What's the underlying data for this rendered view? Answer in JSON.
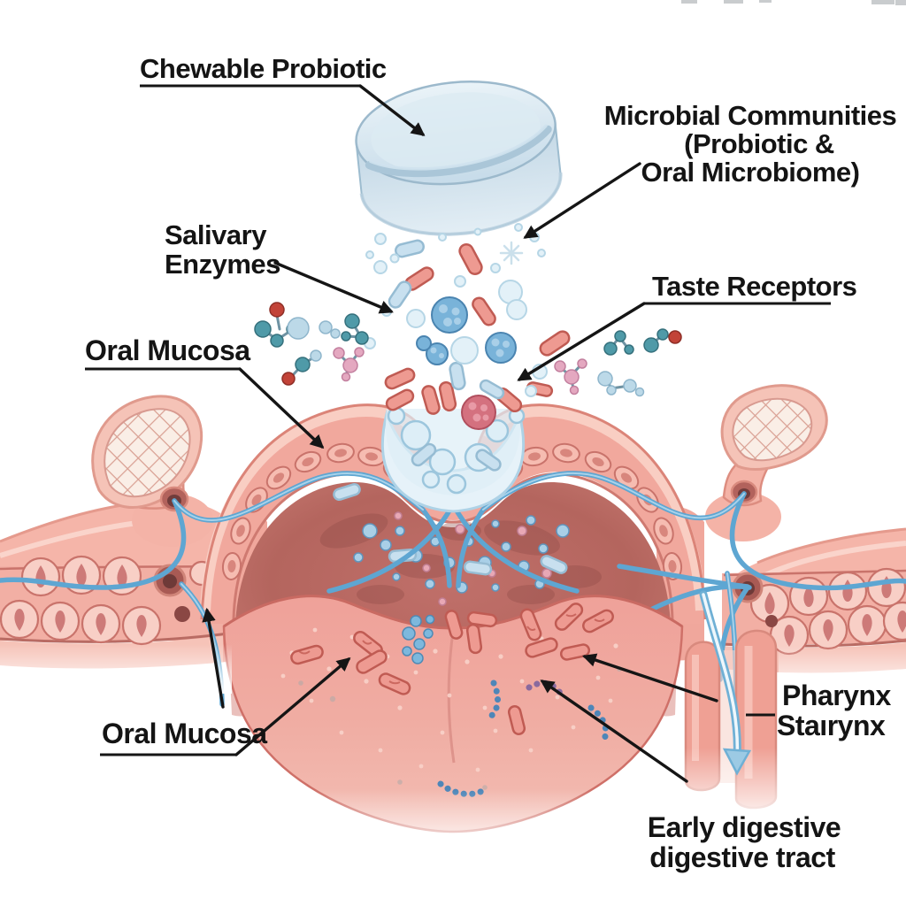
{
  "figure": {
    "title_context": "Chewable probiotic in the oral cavity illustration",
    "labels": {
      "chewable_probiotic": "Chewable Probiotic",
      "microbial_communities": {
        "line1": "Microbial Communities",
        "line2": "(Probiotic &",
        "line3": "Oral Microbiome)"
      },
      "salivary_enzymes": {
        "line1": "Salivary",
        "line2": "Enzymes"
      },
      "taste_receptors": "Taste Receptors",
      "oral_mucosa_top": "Oral Mucosa",
      "oral_mucosa_bottom": "Oral Mucosa",
      "pharynx": {
        "line1": "Pharynx",
        "line2": "Staırynx"
      },
      "early_digestive": {
        "line1": "Early digestive",
        "line2": "digestive tract"
      }
    },
    "colors": {
      "background": "#ffffff",
      "label_text": "#141414",
      "arrow": "#151515",
      "tablet_blue": "#cfe0ec",
      "tissue_pink": "#f1a89d",
      "tissue_outline": "#cf7a71",
      "cavity_red": "#b4655e",
      "tongue_pink": "#eea69d",
      "bacteria_red": "#ee9a91",
      "bacteria_blue": "#a9cfe7",
      "nerve_blue": "#5ea6d2",
      "saliva_blue": "#e6f2f9",
      "molecule_teal": "#4f9aa8",
      "molecule_red": "#c24338",
      "molecule_pink": "#e4a8c0"
    }
  }
}
